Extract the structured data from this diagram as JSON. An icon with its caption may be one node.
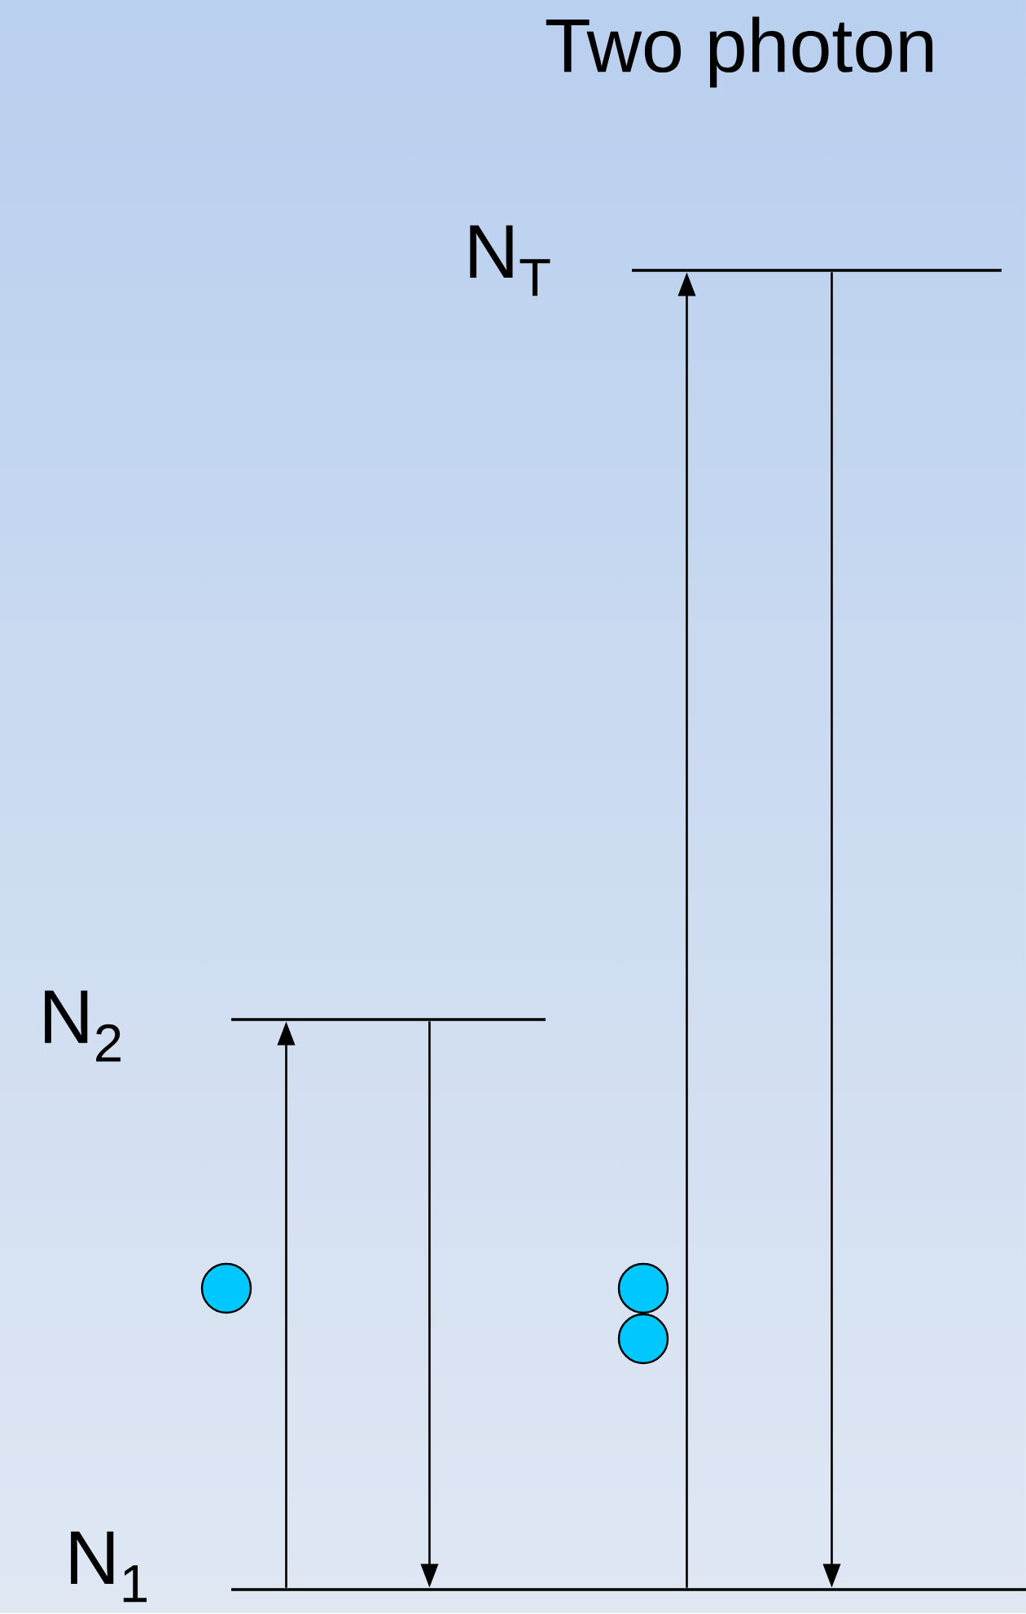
{
  "diagram": {
    "title": "Two photon",
    "nodes": [
      {
        "text": [
          "N$_{T}$"
        ]
      },
      {
        "text": [
          "N$_{2}$"
        ]
      },
      {
        "text": [
          "N$_{1}$"
        ]
      }
    ],
    "edges": [
      {
        "from": 2,
        "to": 1,
        "arrow": "to"
      },
      {
        "from": 1,
        "to": 2,
        "arrow": "to"
      },
      {
        "from": 2,
        "to": 0,
        "arrow": "to"
      },
      {
        "from": 0,
        "to": 2,
        "arrow": "to"
      }
    ]
  }
}
